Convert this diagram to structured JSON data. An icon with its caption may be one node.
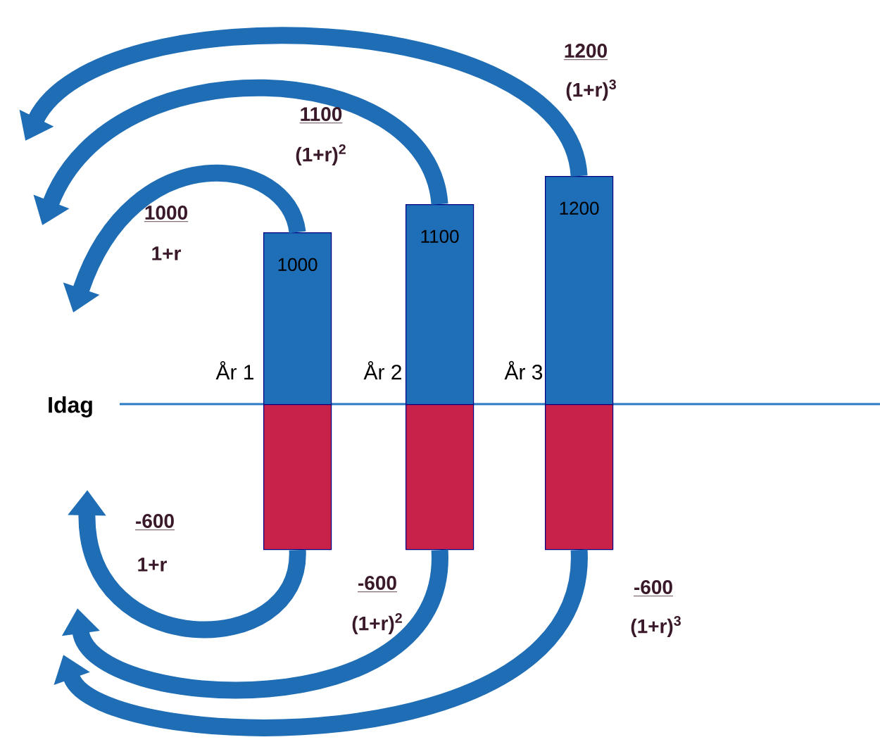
{
  "diagram": {
    "nodes": [
      {
        "text": [
          "1000"
        ]
      },
      {
        "text": [
          "1100"
        ]
      },
      {
        "text": [
          "1200"
        ]
      },
      {
        "text": [],
        "shape": "bar"
      },
      {
        "text": [],
        "shape": "bar"
      },
      {
        "text": [],
        "shape": "bar"
      }
    ],
    "edges": [
      {
        "from": 0,
        "to": null,
        "arrow": "to"
      },
      {
        "from": 1,
        "to": null,
        "arrow": "to"
      },
      {
        "from": 2,
        "to": null,
        "arrow": "to"
      },
      {
        "from": 3,
        "to": null,
        "arrow": "to"
      },
      {
        "from": 4,
        "to": null,
        "arrow": "to"
      },
      {
        "from": 5,
        "to": null,
        "arrow": "to"
      }
    ],
    "labels": [
      "1200",
      "(1+r)$^{3}$",
      "1100",
      "(1+r)$^{2}$",
      "1000",
      "1+r",
      "År 1",
      "År 2",
      "År 3",
      "Idag",
      "-600",
      "1+r",
      "-600",
      "(1+r)$^{2}$",
      "-600",
      "(1+r)$^{3}$"
    ]
  }
}
